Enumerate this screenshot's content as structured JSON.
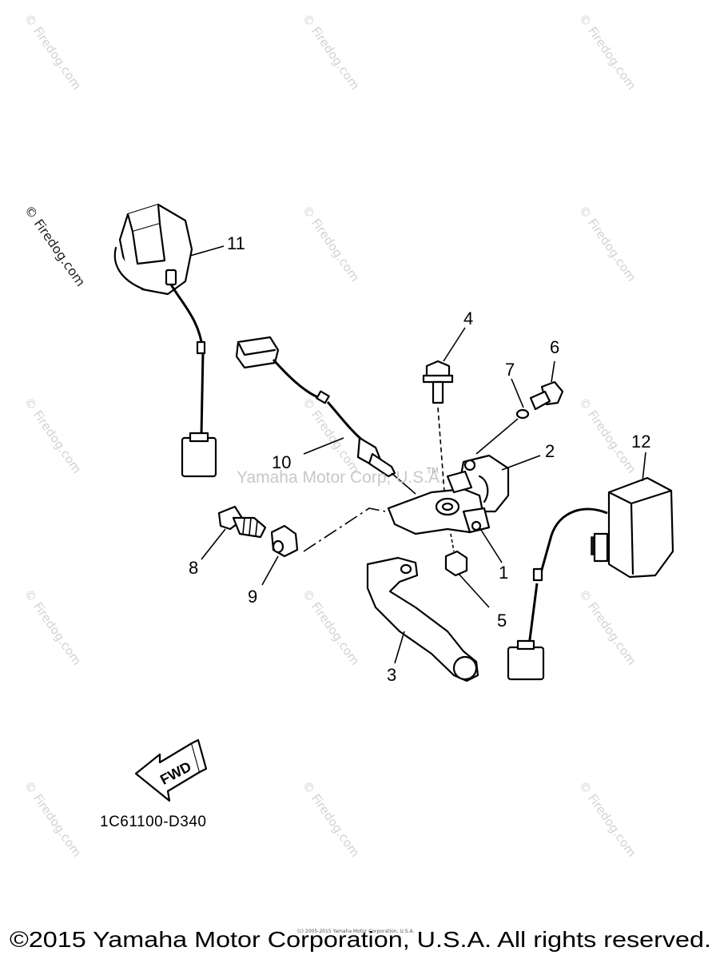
{
  "watermark": {
    "text": "© Firedog.com"
  },
  "center_watermark": {
    "text": "Yamaha Motor Corp, U.S.A.",
    "tm": "TM"
  },
  "callouts": [
    "1",
    "2",
    "3",
    "4",
    "5",
    "6",
    "7",
    "8",
    "9",
    "10",
    "11",
    "12"
  ],
  "fwd_label": "FWD",
  "diagram_code": "1C61100-D340",
  "tiny_copyright": "(c) 2005-2015 Yamaha Motor Corporation, U.S.A.",
  "footer_copyright": "©2015 Yamaha Motor Corporation, U.S.A. All rights reserved.",
  "colors": {
    "line": "#000000",
    "watermark": "#d2d2d2",
    "background": "#ffffff"
  }
}
